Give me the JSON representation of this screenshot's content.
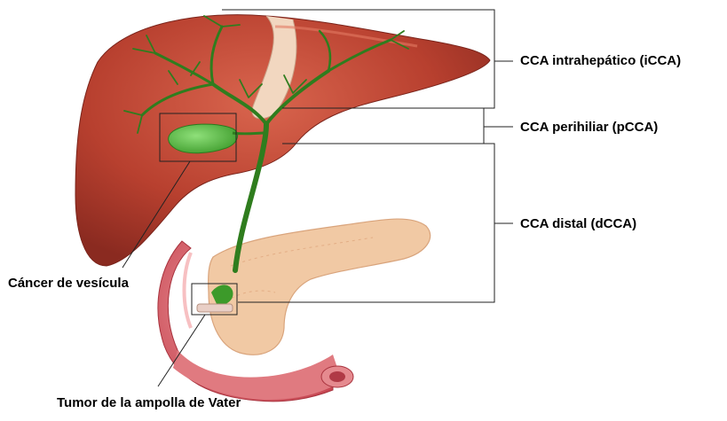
{
  "labels": {
    "intrahepatic": "CCA intrahepático (iCCA)",
    "perihilar": "CCA perihiliar  (pCCA)",
    "distal": "CCA distal (dCCA)",
    "gallbladder": "Cáncer de vesícula",
    "ampulla": "Tumor de la ampolla de Vater"
  },
  "colors": {
    "liver": "#b03a2e",
    "liver_highlight": "#d45a45",
    "bile_duct": "#2f7d1e",
    "gallbladder": "#4caf3a",
    "pancreas": "#f1c9a4",
    "duodenum": "#d9636b"
  }
}
